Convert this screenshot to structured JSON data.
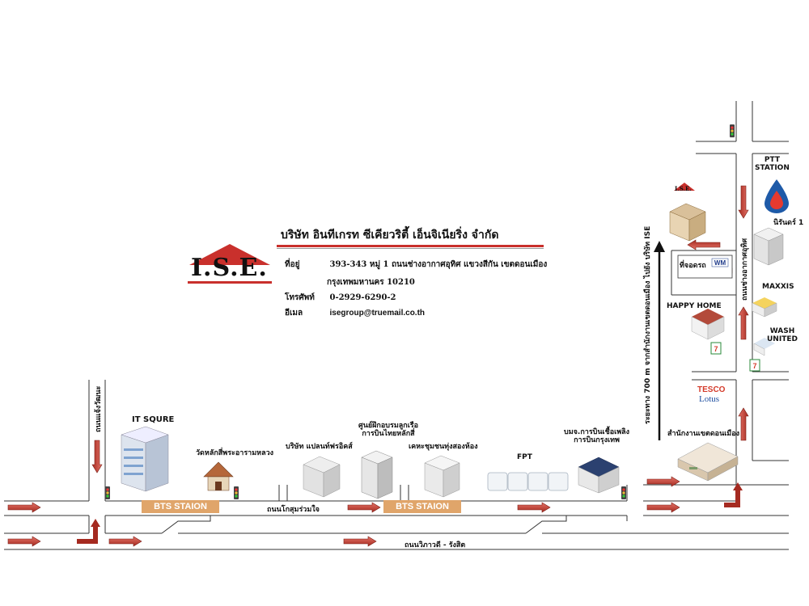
{
  "company": {
    "name": "บริษัท อินทีเกรท ซีเคียวริตี้ เอ็นจิเนียริ่ง จำกัด",
    "logo_text": "I.S.E.",
    "address_label": "ที่อยู่",
    "address_line1": "393-343 หมู่ 1 ถนนช่างอากาศอุทิศ แขวงสีกัน เขตดอนเมือง",
    "address_line2": "กรุงเทพมหานคร 10210",
    "phone_label": "โทรศัพท์",
    "phone": "0-2929-6290-2",
    "email_label": "อีเมล",
    "email": "isegroup@truemail.co.th"
  },
  "landmarks": {
    "it_square": "IT SQURE",
    "temple": "วัดหลักสี่พระอารามหลวง",
    "company_plant": "บริษัท แปลนท์ฟรอิคส์",
    "training_center": "ศูนย์ฝึกอบรมลูกเรือ\nการบินไทยหลักสี่",
    "condo": "เคหะชุมชนทุ่งสองห้อง",
    "fpt": "FPT",
    "fuel_company": "บมจ.การบินเชื้อเพลิง\nการบินกรุงเทพ",
    "district_office": "สำนักงานเขตดอนเมือง",
    "happy_home": "HAPPY HOME",
    "tesco_line1": "TESCO",
    "tesco_line2": "Lotus",
    "maxxis": "MAXXIS",
    "wash_united": "WASH\nUNITED",
    "cluster1": "นิรันดร์ 1",
    "ptt": "PTT\nSTATION",
    "parking": "ที่จอดรถ",
    "ise_small": "I.S.E."
  },
  "stations": [
    "BTS STAION",
    "BTS STAION"
  ],
  "roads": {
    "chaeng_watthana": "ถนนแจ้งวัฒนะ",
    "kosum_ruamjai": "ถนนโกสุมร่วมใจ",
    "vibhavadi": "ถนนวิภาวดี - รังสิต",
    "chang_akat_uthit": "ถนนช่างอากาศอุทิศ",
    "distance_note": "ระยะทาง 700 m จากสำนักงานเขตดอนเมือง ไปยัง บริษัท ISE"
  },
  "colors": {
    "ise_red": "#c9302c",
    "arrow_red": "#c0392b",
    "bts_orange": "#e0a56a",
    "road_line": "#333333"
  }
}
